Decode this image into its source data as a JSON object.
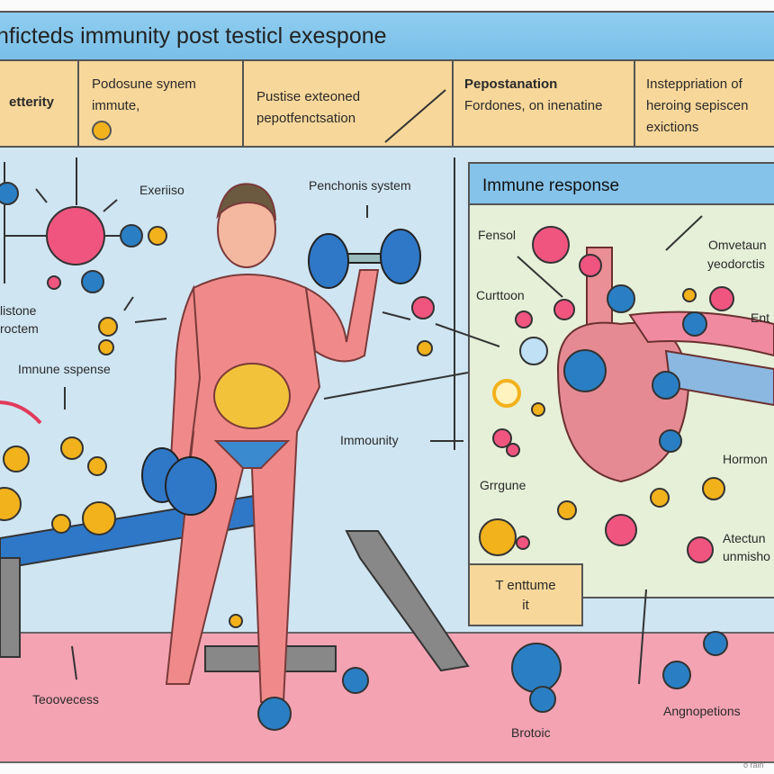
{
  "title": "nficteds immunity post  testicl exespone",
  "header_cells": [
    {
      "text": "etterity"
    },
    {
      "text": "Podosune synem immute,"
    },
    {
      "text": "Pustise exteoned pepotfenctsation"
    },
    {
      "heading": "Pepostanation",
      "text": "Fordones, on inenatine"
    },
    {
      "text": "Insteppriation of heroing sepiscen exictions"
    }
  ],
  "left_labels": {
    "exercise": "Exeriiso",
    "system": "Penchonis system",
    "histone": "listone",
    "histone2": "roctem",
    "immune_response": "Imnune sspense",
    "immunity": "Immounity"
  },
  "panel": {
    "title": "Immune response",
    "labels": {
      "fensol": "Fensol",
      "curttoon": "Curttoon",
      "omvetaun": "Omvetaun",
      "yeodorctis": "yeodorctis",
      "ent": "Ent",
      "hormon": "Hormon",
      "grrgune": "Grrgune",
      "atectun": "Atectun",
      "unmisho": "unmisho"
    },
    "box_line1": "T enttume",
    "box_line2": "it"
  },
  "floor_labels": {
    "teoovecess": "Teoovecess",
    "brotoic": "Brotoic",
    "angnopetions": "Angnopetions"
  },
  "watermark": "o rain",
  "colors": {
    "title_bar": "#86c3ea",
    "header": "#f8d79a",
    "background": "#cfe5f2",
    "floor": "#f4a3b2",
    "molecule_pink": "#f0557f",
    "molecule_blue": "#2a7fc4",
    "molecule_yellow": "#f2b21c"
  }
}
